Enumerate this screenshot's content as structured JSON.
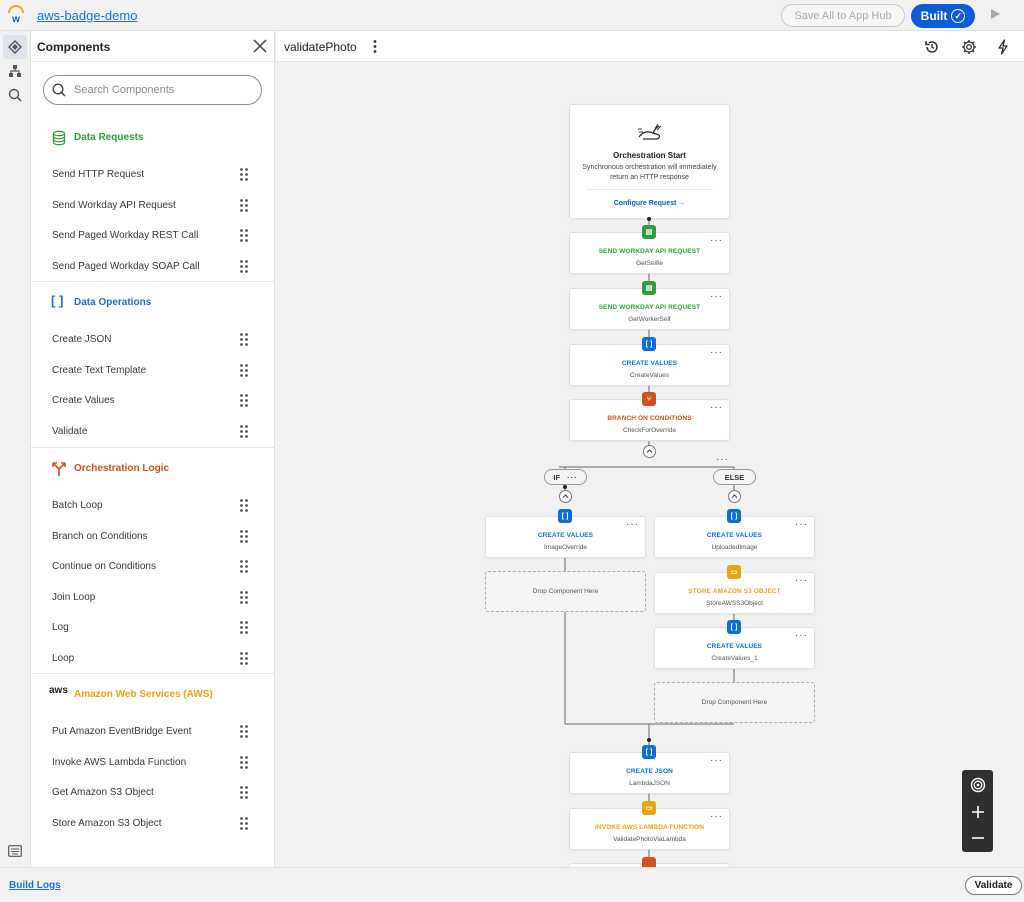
{
  "app": {
    "title": "aws-badge-demo",
    "save_label": "Save All to App Hub",
    "built_label": "Built",
    "build_logs_label": "Build Logs",
    "validate_label": "Validate"
  },
  "panel": {
    "title": "Components",
    "search_placeholder": "Search Components",
    "sections": [
      {
        "label": "Data Requests",
        "color": "#2e9e3e",
        "items": [
          "Send HTTP Request",
          "Send Workday API Request",
          "Send Paged Workday REST Call",
          "Send Paged Workday SOAP Call"
        ]
      },
      {
        "label": "Data Operations",
        "color": "#1f6fd1",
        "icon_glyph": "[ ]",
        "items": [
          "Create JSON",
          "Create Text Template",
          "Create Values",
          "Validate"
        ]
      },
      {
        "label": "Orchestration Logic",
        "color": "#d4501a",
        "items": [
          "Batch Loop",
          "Branch on Conditions",
          "Continue on Conditions",
          "Join Loop",
          "Log",
          "Loop"
        ]
      },
      {
        "label": "Amazon Web Services (AWS)",
        "color": "#e8a317",
        "icon_glyph": "aws",
        "items": [
          "Put Amazon EventBridge Event",
          "Invoke AWS Lambda Function",
          "Get Amazon S3 Object",
          "Store Amazon S3 Object"
        ]
      }
    ]
  },
  "canvas": {
    "title": "validatePhoto",
    "start": {
      "title": "Orchestration Start",
      "description": "Synchronous orchestration will immediately return an HTTP response",
      "link": "Configure Request"
    },
    "nodes": [
      {
        "type": "SEND WORKDAY API REQUEST",
        "name": "GetSelfie",
        "color": "#2e9e3e",
        "glyph": "▤"
      },
      {
        "type": "SEND WORKDAY API REQUEST",
        "name": "GetWorkerSelf",
        "color": "#2e9e3e",
        "glyph": "▤"
      },
      {
        "type": "CREATE VALUES",
        "name": "CreateValues",
        "color": "#0b6fd8",
        "glyph": "[ ]"
      },
      {
        "type": "BRANCH ON CONDITIONS",
        "name": "CheckForOverride",
        "color": "#d4501a",
        "glyph": "⑂"
      },
      {
        "type": "CREATE VALUES",
        "name": "ImageOverride",
        "color": "#0b6fd8",
        "glyph": "[ ]"
      },
      {
        "type": "CREATE VALUES",
        "name": "UploadedImage",
        "color": "#0b6fd8",
        "glyph": "[ ]"
      },
      {
        "type": "STORE AMAZON S3 OBJECT",
        "name": "StoreAWSS3Object",
        "color": "#e8a317",
        "glyph": "▭"
      },
      {
        "type": "CREATE VALUES",
        "name": "CreateValues_1",
        "color": "#0b6fd8",
        "glyph": "[ ]"
      },
      {
        "type": "CREATE JSON",
        "name": "LambdaJSON",
        "color": "#0b6fd8",
        "glyph": "[ ]"
      },
      {
        "type": "INVOKE AWS LAMBDA FUNCTION",
        "name": "ValidatePhotoViaLambda",
        "color": "#e8a317",
        "glyph": "▭"
      }
    ],
    "branch_if": "IF",
    "branch_else": "ELSE",
    "drop_label": "Drop Component Here",
    "more_label": "···"
  }
}
